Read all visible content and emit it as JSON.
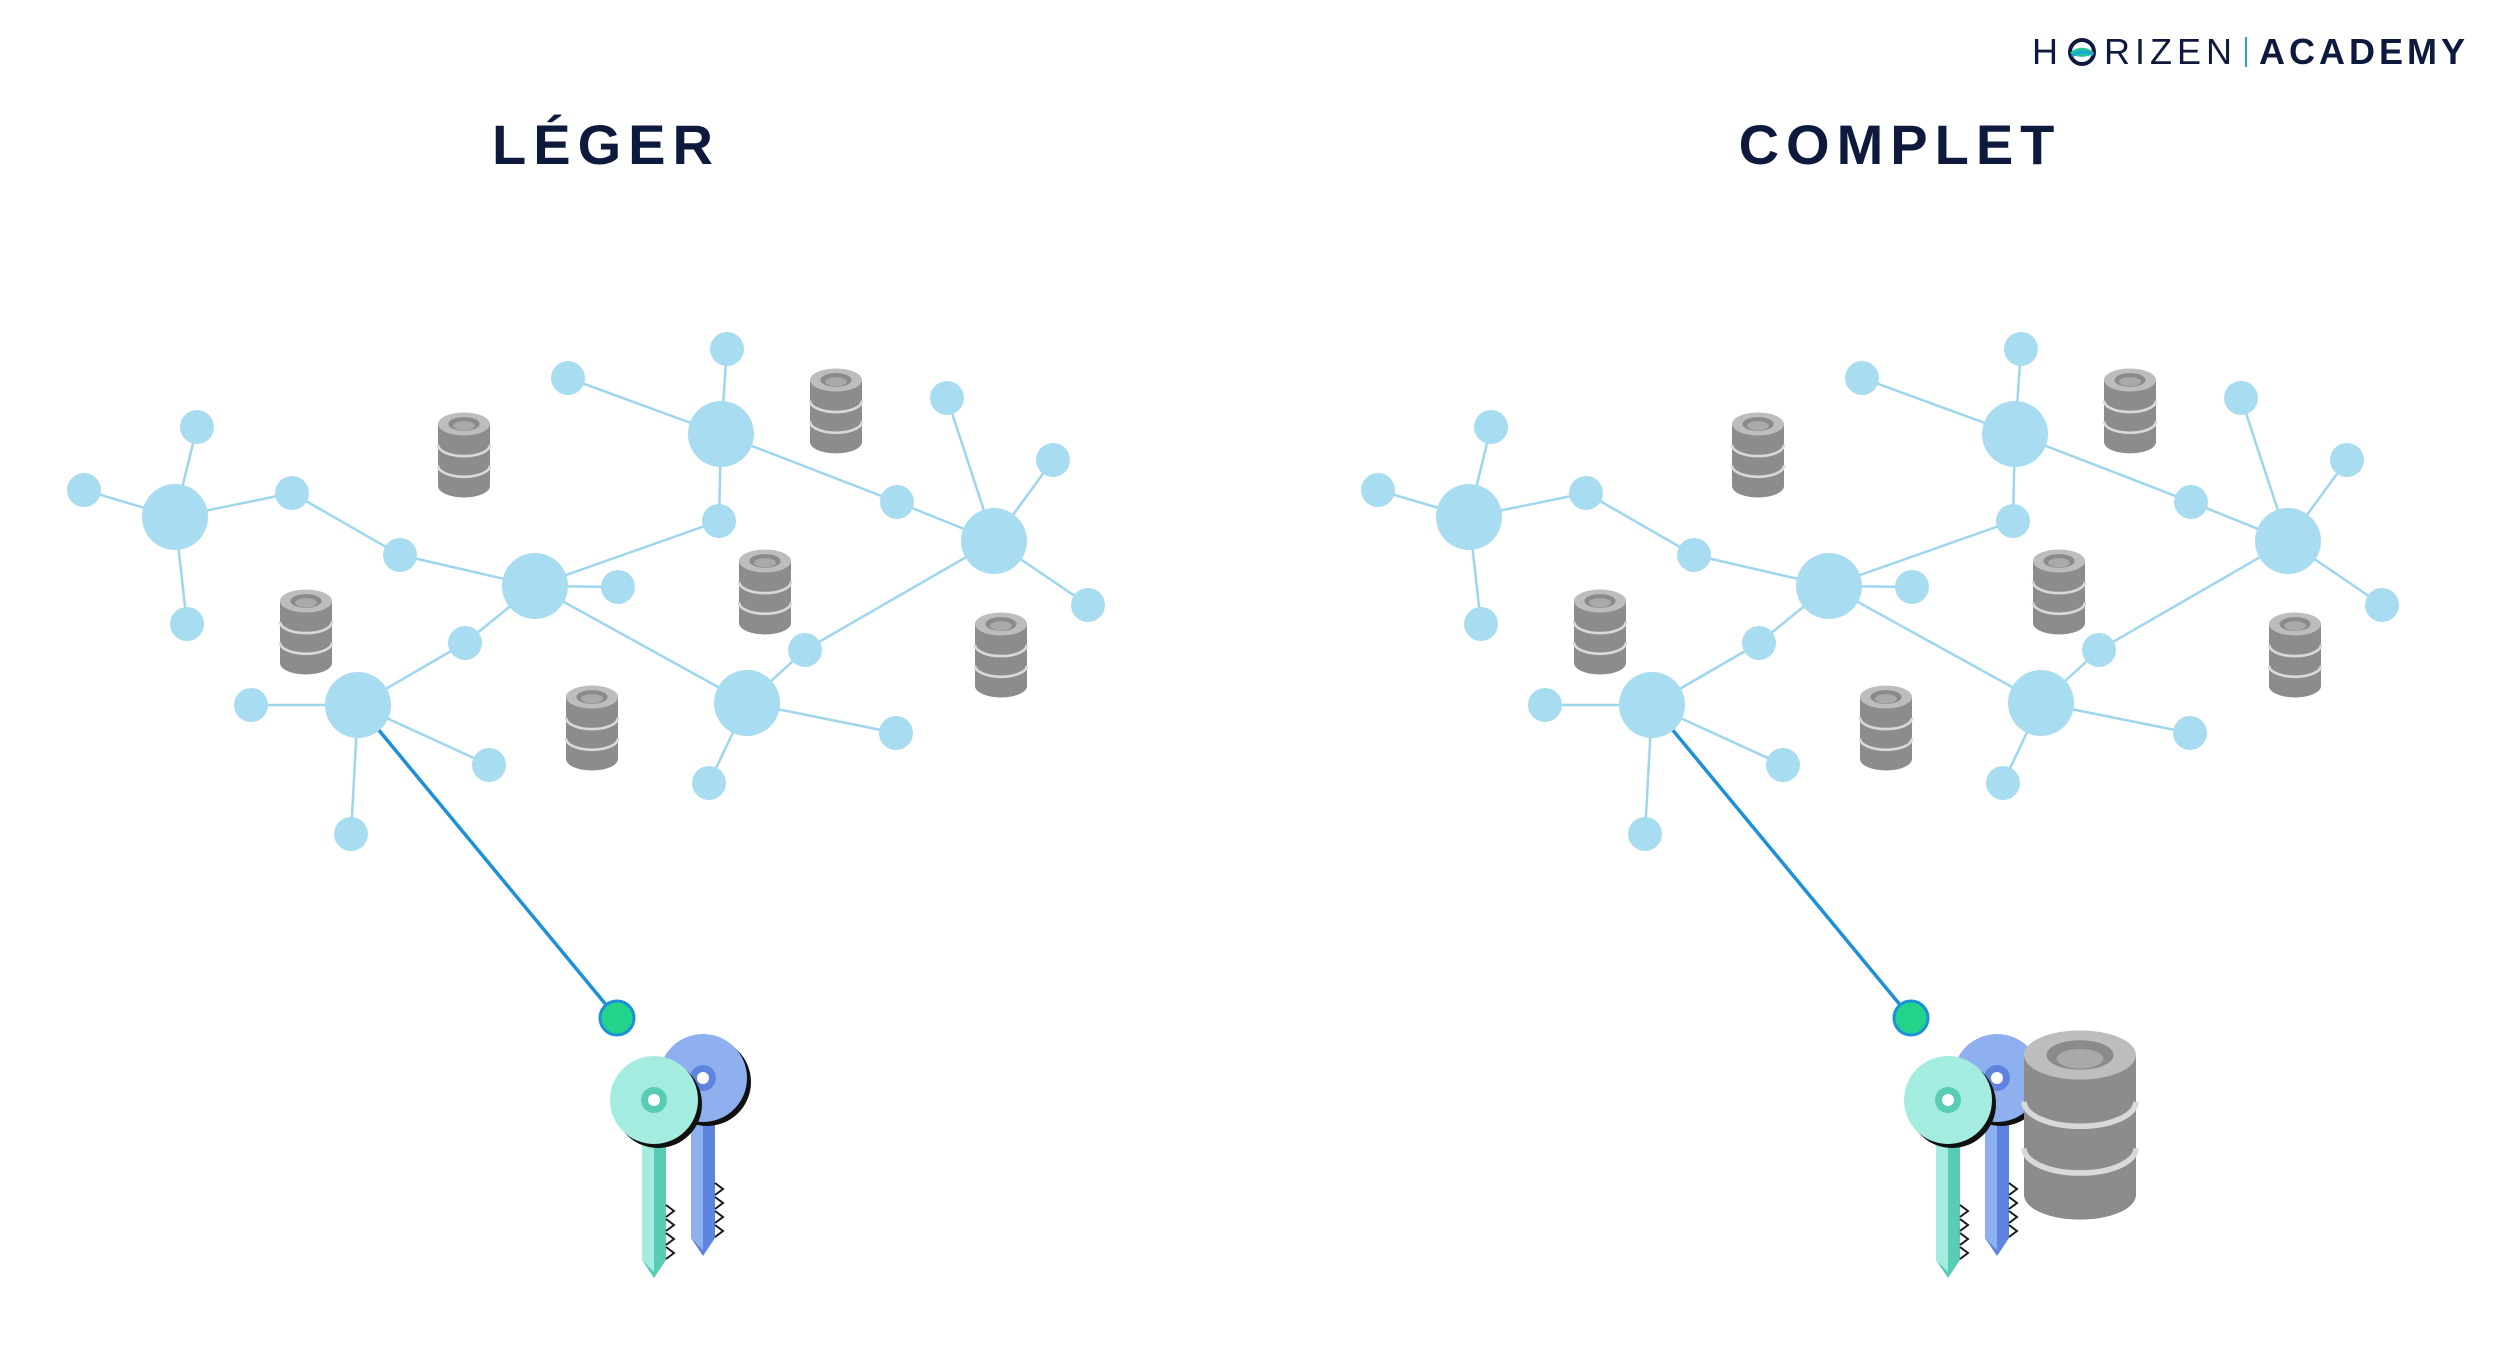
{
  "brand": {
    "name_left": "H",
    "name_rest": "RIZEN",
    "academy": "ACADEMY"
  },
  "panels": [
    {
      "id": "light",
      "title": "LÉGER",
      "has_local_database": false
    },
    {
      "id": "full",
      "title": "COMPLET",
      "has_local_database": true
    }
  ],
  "colors": {
    "title": "#0e1a3d",
    "node": "#a8dcf0",
    "edge": "#9ed6ee",
    "connection": "#1c90d8",
    "client_node": "#22d389",
    "key_front": "#a3ecdf",
    "key_back": "#8fb0ef",
    "database": "#9a9a9a"
  },
  "icons": {
    "node": "network-node",
    "database": "database-icon",
    "keys": "keys-icon",
    "local_database": "local-database-icon"
  }
}
